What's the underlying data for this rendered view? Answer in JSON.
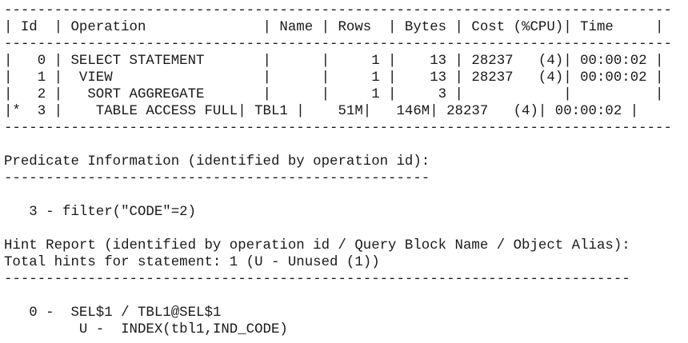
{
  "plan_table": {
    "separator": "--------------------------------------------------------------------------------",
    "header": "| Id  | Operation              | Name | Rows  | Bytes | Cost (%CPU)| Time     |",
    "columns": [
      "Id",
      "Operation",
      "Name",
      "Rows",
      "Bytes",
      "Cost (%CPU)",
      "Time"
    ],
    "rows": [
      {
        "marker": "",
        "id": "0",
        "operation": "SELECT STATEMENT",
        "name": "",
        "rows": "1",
        "bytes": "13",
        "cost": "28237",
        "cpu": "(4)",
        "time": "00:00:02",
        "text": "|   0 | SELECT STATEMENT       |      |     1 |    13 | 28237   (4)| 00:00:02 |"
      },
      {
        "marker": "",
        "id": "1",
        "operation": "VIEW",
        "name": "",
        "rows": "1",
        "bytes": "13",
        "cost": "28237",
        "cpu": "(4)",
        "time": "00:00:02",
        "text": "|   1 |  VIEW                  |      |     1 |    13 | 28237   (4)| 00:00:02 |"
      },
      {
        "marker": "",
        "id": "2",
        "operation": "SORT AGGREGATE",
        "name": "",
        "rows": "1",
        "bytes": "3",
        "cost": "",
        "cpu": "",
        "time": "",
        "text": "|   2 |   SORT AGGREGATE       |      |     1 |     3 |            |          |"
      },
      {
        "marker": "*",
        "id": "3",
        "operation": "TABLE ACCESS FULL",
        "name": "TBL1",
        "rows": "51M",
        "bytes": "146M",
        "cost": "28237",
        "cpu": "(4)",
        "time": "00:00:02",
        "text": "|*  3 |    TABLE ACCESS FULL| TBL1 |    51M|   146M| 28237   (4)| 00:00:02 |"
      }
    ]
  },
  "predicate_info": {
    "title": "Predicate Information (identified by operation id):",
    "separator": "---------------------------------------------------",
    "entries": [
      {
        "id": "3",
        "text": "   3 - filter(\"CODE\"=2)"
      }
    ]
  },
  "hint_report": {
    "title": "Hint Report (identified by operation id / Query Block Name / Object Alias):",
    "total": "Total hints for statement: 1 (U - Unused (1))",
    "separator": "---------------------------------------------------------------------------",
    "entries": [
      {
        "line": "   0 -  SEL$1 / TBL1@SEL$1"
      },
      {
        "line": "         U -  INDEX(tbl1,IND_CODE)"
      }
    ]
  }
}
